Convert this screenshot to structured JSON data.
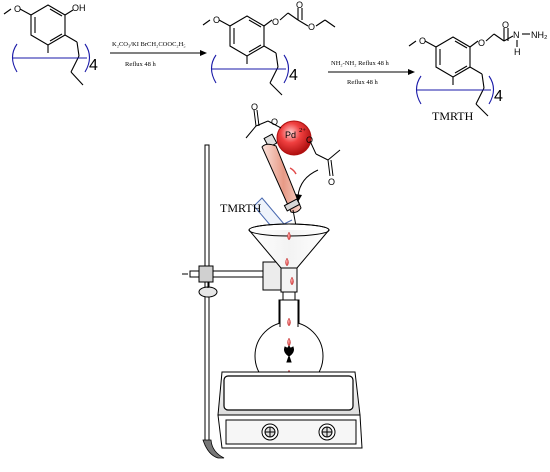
{
  "scheme": {
    "repeat_count": "4",
    "start": {
      "oh": "OH"
    },
    "step1": {
      "reagents": "K₂CO₃/KI BrCH₂COOC₂H₅",
      "conditions": "Reflux 48 h"
    },
    "step2": {
      "reagents": "NH₂-NH₂ Reflux 48 h",
      "conditions": "Reflux 48 h"
    },
    "product": {
      "h": "H",
      "nh2": "NH₂",
      "n": "N",
      "name": "TMRTH"
    }
  },
  "apparatus": {
    "complex": {
      "metal": "Pd",
      "charge": "2+"
    },
    "adsorbent_label": "TMRTH"
  },
  "colors": {
    "bond": "#000000",
    "bracket": "#1a1aa8",
    "droplet": "#e24a4a",
    "metal": "#e02020"
  }
}
